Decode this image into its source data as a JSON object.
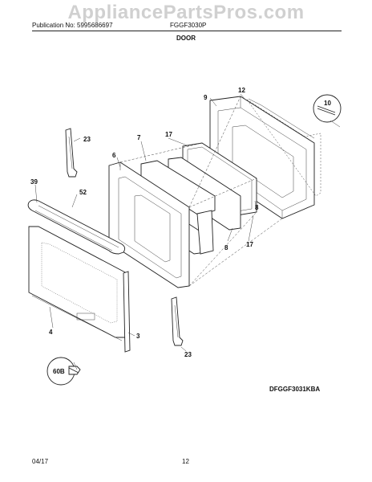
{
  "header": {
    "watermark": "AppliancePartsPros.com",
    "publication": "Publication No: 5995686697",
    "model": "FGGF3030P",
    "section": "DOOR"
  },
  "diagram": {
    "callouts": {
      "c12": "12",
      "c9": "9",
      "c10": "10",
      "c23a": "23",
      "c7": "7",
      "c17a": "17",
      "c6": "6",
      "c39": "39",
      "c52": "52",
      "c8a": "8",
      "c8b": "8",
      "c17b": "17",
      "c4": "4",
      "c3": "3",
      "c23b": "23",
      "c60b": "60B"
    },
    "diagram_code": "DFGGF3031KBA"
  },
  "footer": {
    "date": "04/17",
    "page": "12"
  }
}
